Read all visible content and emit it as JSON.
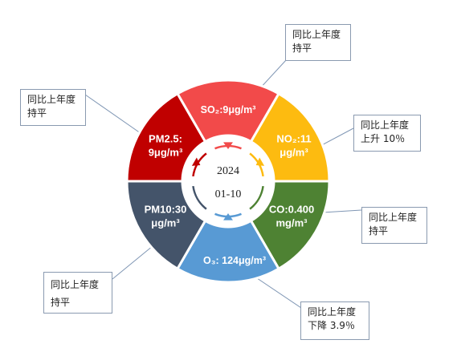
{
  "center": {
    "year": "2024",
    "date": "01-10"
  },
  "segments": [
    {
      "id": "so2",
      "label_lines": [
        "SO₂:9μg/m³"
      ],
      "color": "#f24a4a"
    },
    {
      "id": "no2",
      "label_lines": [
        "NO₂:11",
        "μg/m³"
      ],
      "color": "#fdbb10"
    },
    {
      "id": "co",
      "label_lines": [
        "CO:0.400",
        "mg/m³"
      ],
      "color": "#4e8233"
    },
    {
      "id": "o3",
      "label_lines": [
        "O₃: 124μg/m³"
      ],
      "color": "#589ad4"
    },
    {
      "id": "pm10",
      "label_lines": [
        "PM10:30",
        "μg/m³"
      ],
      "color": "#44546a"
    },
    {
      "id": "pm25",
      "label_lines": [
        "PM2.5:",
        "9μg/m³"
      ],
      "color": "#c00000"
    }
  ],
  "callouts": {
    "so2": [
      "同比上年度",
      "持平"
    ],
    "no2": [
      "同比上年度",
      "上升 10％"
    ],
    "co": [
      "同比上年度",
      "持平"
    ],
    "o3": [
      "同比上年度",
      "下降 3.9％"
    ],
    "pm10": [
      "同比上年度",
      "持平"
    ],
    "pm25": [
      "同比上年度",
      "持平"
    ]
  }
}
